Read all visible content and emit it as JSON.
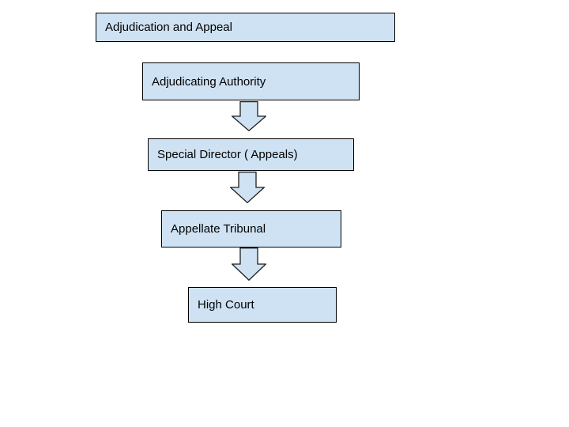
{
  "diagram": {
    "type": "flowchart",
    "title": "Adjudication and Appeal",
    "nodes": [
      {
        "id": "adjudication-and-appeal",
        "label": "Adjudication and Appeal"
      },
      {
        "id": "adjudicating-authority",
        "label": "Adjudicating Authority"
      },
      {
        "id": "special-director-appeals",
        "label": "Special Director ( Appeals)"
      },
      {
        "id": "appellate-tribunal",
        "label": "Appellate Tribunal"
      },
      {
        "id": "high-court",
        "label": "High Court"
      }
    ],
    "edges": [
      {
        "from": "adjudicating-authority",
        "to": "special-director-appeals",
        "style": "block-down-arrow"
      },
      {
        "from": "special-director-appeals",
        "to": "appellate-tribunal",
        "style": "block-down-arrow"
      },
      {
        "from": "appellate-tribunal",
        "to": "high-court",
        "style": "block-down-arrow"
      }
    ]
  },
  "colors": {
    "box_fill": "#cfe2f3",
    "box_border": "#000000",
    "arrow_fill": "#cfe2f3",
    "arrow_border": "#1f1f1f",
    "text_color": "#000000",
    "canvas_bg": "#ffffff"
  }
}
